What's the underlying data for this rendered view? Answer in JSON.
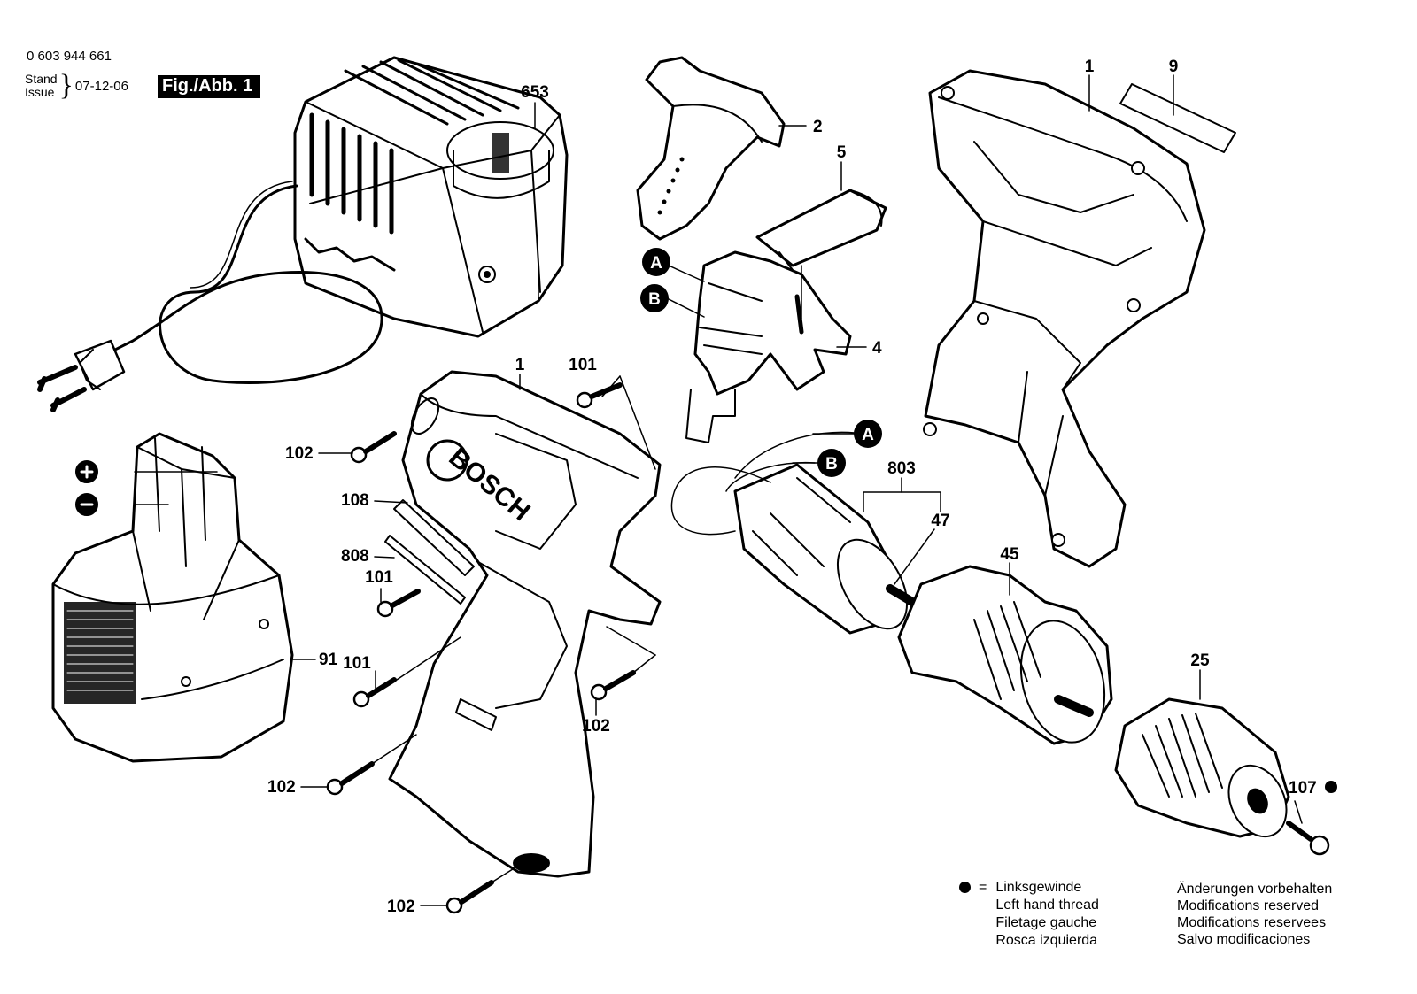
{
  "header": {
    "part_number": "0 603 944 661",
    "stand_label": "Stand",
    "issue_label": "Issue",
    "date": "07-12-06",
    "figure_label": "Fig./Abb. 1"
  },
  "labels": {
    "charger": "653",
    "cover_top": "2",
    "cap": "5",
    "switch": "4",
    "housing_right": "1",
    "nameplate": "9",
    "housing_left": "1",
    "screw_101_top": "101",
    "screw_102_left": "102",
    "bit": "108",
    "clip": "808",
    "screw_101_mid": "101",
    "screw_101_low": "101",
    "battery": "91",
    "screw_102_right": "102",
    "screw_102_low": "102",
    "screw_102_bottom": "102",
    "motor_assembly": "803",
    "pinion": "47",
    "gearbox": "45",
    "chuck": "25",
    "screw_107": "107",
    "connector_a_1": "A",
    "connector_b_1": "B",
    "connector_a_2": "A",
    "connector_b_2": "B",
    "brand": "BOSCH"
  },
  "legend": {
    "equals": "=",
    "lines": [
      "Linksgewinde",
      "Left hand thread",
      "Filetage gauche",
      "Rosca izquierda"
    ]
  },
  "modifications": [
    "Änderungen vorbehalten",
    "Modifications reserved",
    "Modifications reservees",
    "Salvo modificaciones"
  ]
}
